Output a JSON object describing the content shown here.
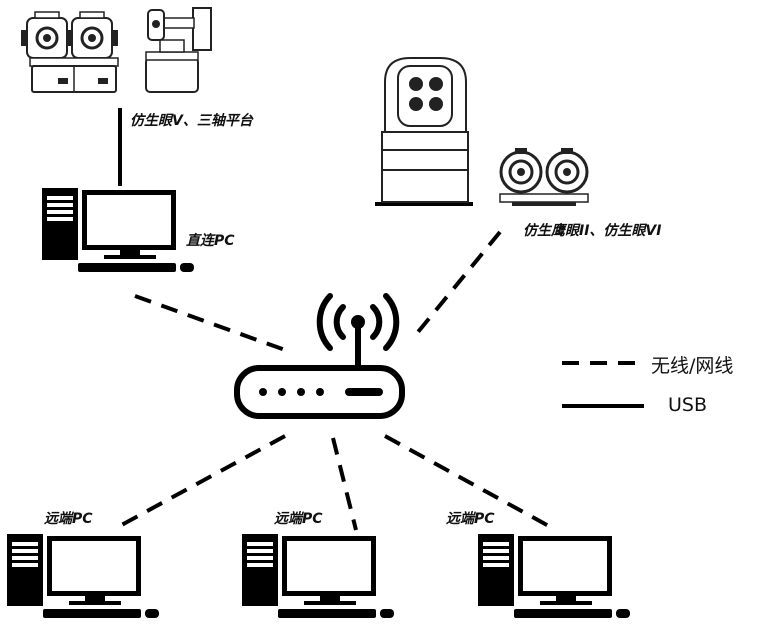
{
  "labels": {
    "top_devices": "仿生眼V、三轴平台",
    "direct_pc": "直连PC",
    "right_devices": "仿生鹰眼II、仿生眼VI",
    "remote_pc_1": "远端PC",
    "remote_pc_2": "远端PC",
    "remote_pc_3": "远端PC"
  },
  "legend": {
    "wireless_label": "无线/网线",
    "usb_label": "USB"
  }
}
